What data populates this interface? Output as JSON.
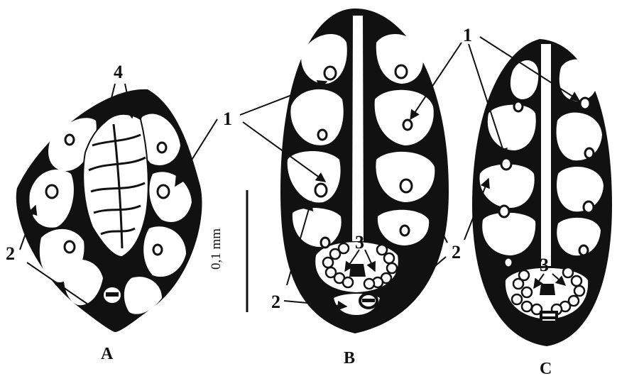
{
  "panels": {
    "a": "A",
    "b": "B",
    "c": "C"
  },
  "callouts": {
    "one": "1",
    "two_a": "2",
    "two_b": "2",
    "two_c": "2",
    "three_b": "3",
    "three_c": "3",
    "four": "4"
  },
  "scale_bar": "0,1 mm",
  "colors": {
    "ink": "#111111",
    "paper": "#ffffff"
  }
}
